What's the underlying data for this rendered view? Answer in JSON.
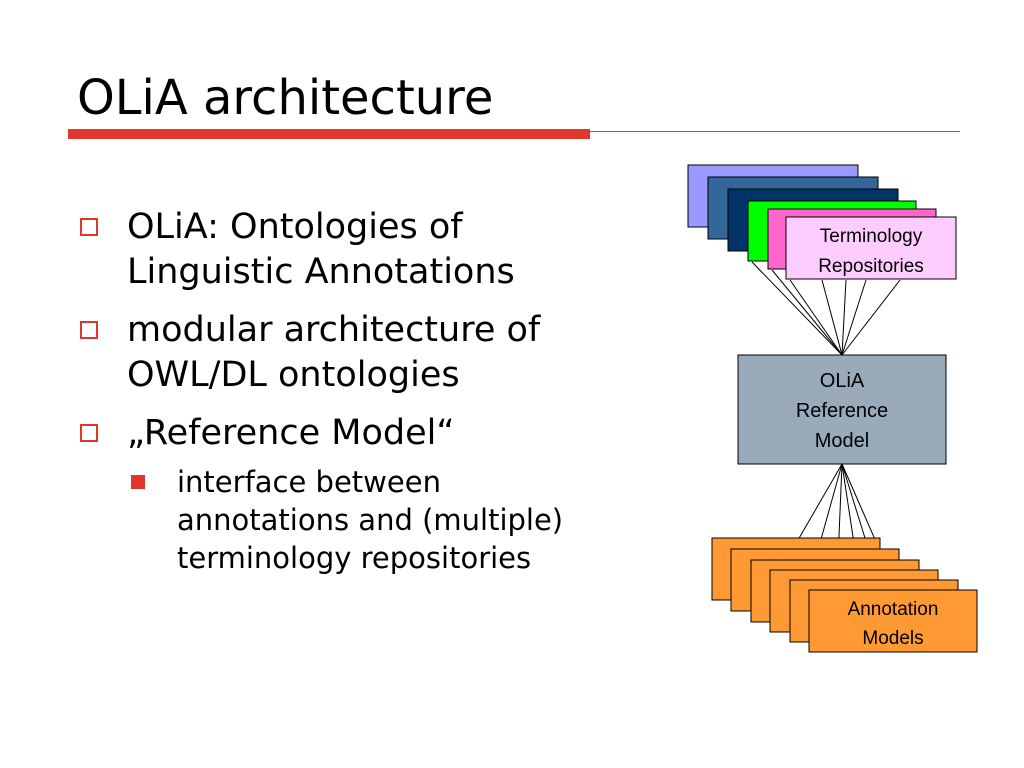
{
  "slide": {
    "title": "OLiA architecture",
    "bullets": [
      {
        "text": "OLiA: Ontologies of Linguistic Annotations"
      },
      {
        "text": "modular architecture of OWL/DL ontologies"
      },
      {
        "text": "„Reference Model“"
      }
    ],
    "sub_bullets": [
      {
        "text": "interface between annotations and (multiple) terminology repositories"
      }
    ]
  },
  "diagram": {
    "terminology_label_1": "Terminology",
    "terminology_label_2": "Repositories",
    "reference_label_1": "OLiA",
    "reference_label_2": "Reference",
    "reference_label_3": "Model",
    "annotation_label_1": "Annotation",
    "annotation_label_2": "Models",
    "colors": {
      "accent": "#e0362c",
      "terminology_stack": [
        "#9999ff",
        "#336699",
        "#003366",
        "#00ff00",
        "#ff66cc",
        "#ffccff"
      ],
      "reference_box": "#99aabb",
      "annotation_box": "#ff9933"
    }
  }
}
